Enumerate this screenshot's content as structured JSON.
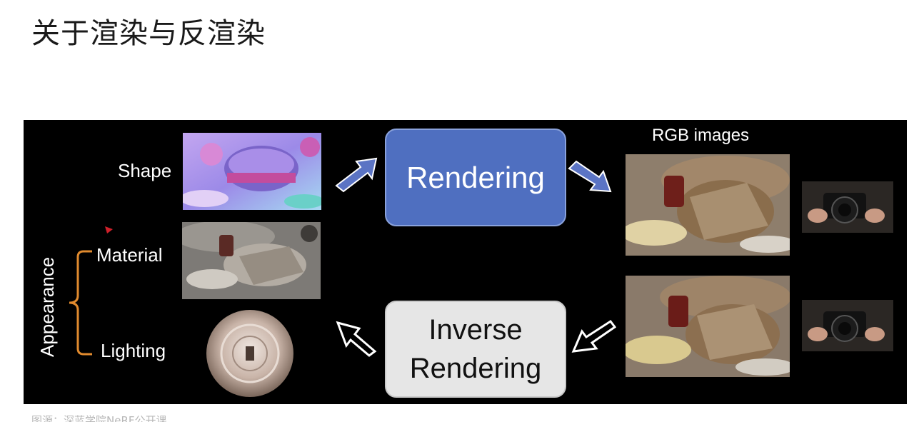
{
  "slide": {
    "title": "关于渲染与反渲染"
  },
  "diagram": {
    "labels": {
      "shape": "Shape",
      "material": "Material",
      "lighting": "Lighting",
      "appearance": "Appearance",
      "rgb_images": "RGB images"
    },
    "boxes": {
      "rendering": "Rendering",
      "inverse_line1": "Inverse",
      "inverse_line2": "Rendering"
    }
  },
  "caption": "图源：深蓝学院NeRF公开课",
  "colors": {
    "rendering_box": "#4f6fc0",
    "inverse_box": "#e6e6e6",
    "brace": "#e08a2e",
    "arrow_fill": "#5b74c4"
  }
}
